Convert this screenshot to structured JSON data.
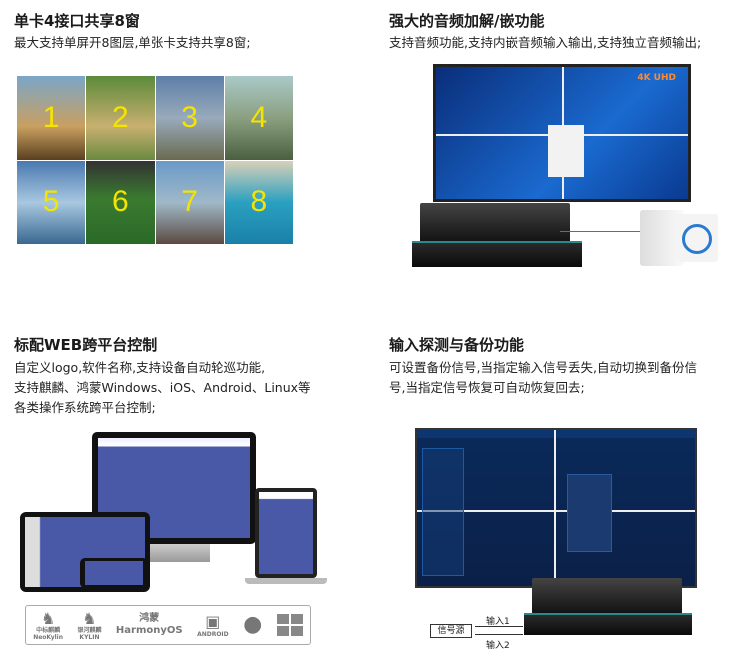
{
  "sections": [
    {
      "title": "单卡4接口共享8窗",
      "desc": [
        "最大支持单屏开8图层,单张卡支持共享8窗;"
      ]
    },
    {
      "title": "强大的音频加解/嵌功能",
      "desc": [
        "支持音频功能,支持内嵌音频输入输出,支持独立音频输出;"
      ]
    },
    {
      "title": "标配WEB跨平台控制",
      "desc": [
        "自定义logo,软件名称,支持设备自动轮巡功能,",
        "支持麒麟、鸿蒙Windows、iOS、Android、Linux等",
        "各类操作系统跨平台控制;"
      ]
    },
    {
      "title": "输入探测与备份功能",
      "desc": [
        "可设置备份信号,当指定输入信号丢失,自动切换到备份信",
        "号,当指定信号恢复可自动恢复回去;"
      ]
    }
  ],
  "grid_numbers": [
    "1",
    "2",
    "3",
    "4",
    "5",
    "6",
    "7",
    "8"
  ],
  "audio_screen_label": "4K UHD",
  "os_logos": [
    {
      "name": "中标麒麟",
      "sub": "NeoKylin"
    },
    {
      "name": "银河麒麟",
      "sub": "KYLIN"
    },
    {
      "name": "鸿蒙",
      "sub": "HarmonyOS"
    },
    {
      "name": "",
      "sub": "ANDROID"
    },
    {
      "name": "",
      "sub": ""
    },
    {
      "name": "",
      "sub": ""
    }
  ],
  "backup": {
    "source": "信号源",
    "input1": "输入1",
    "input2": "输入2"
  }
}
